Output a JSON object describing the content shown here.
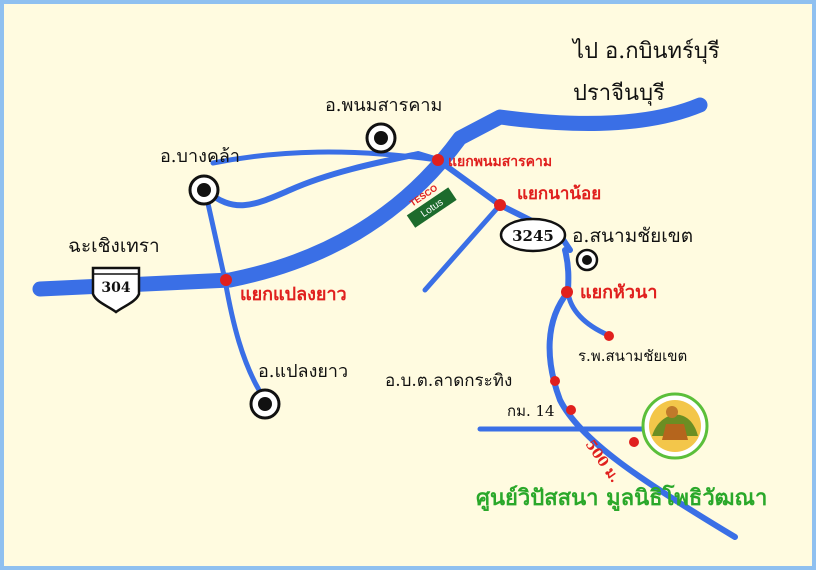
{
  "colors": {
    "background": "#fffbe0",
    "frame": "#8fc0f0",
    "road": "#3a6fe6",
    "junction": "#e0201e",
    "text": "#111111",
    "destination_text": "#2aa82a"
  },
  "icons": {
    "district": "target-circle-icon",
    "junction": "red-dot-icon",
    "highway_shield": "highway-shield-icon",
    "route_oval": "route-oval-icon",
    "destination": "meditation-center-logo"
  },
  "labels": {
    "top_right_line1": "ไป อ.กบินทร์บุรี",
    "top_right_line2": "ปราจีนบุรี",
    "phanom_sarakham_district": "อ.พนมสารคาม",
    "bang_khla_district": "อ.บางคล้า",
    "chachoengsao": "ฉะเชิงเทรา",
    "plaeng_yao_district": "อ.แปลงยาว",
    "sanam_chai_khet_district": "อ.สนามชัยเขต",
    "sanam_chai_khet_hospital": "ร.พ.สนามชัยเขต",
    "lat_krathing_sao": "อ.บ.ต.ลาดกระทิง",
    "km_marker": "กม. 14",
    "distance": "500 ม.",
    "destination": "ศูนย์วิปัสสนา มูลนิธิโพธิวัฒณา"
  },
  "junctions": {
    "phanom_sarakham": "แยกพนมสารคาม",
    "na_noi": "แยกนาน้อย",
    "plaeng_yao": "แยกแปลงยาว",
    "hua_na": "แยกหัวนา"
  },
  "shields": {
    "highway": "304",
    "route": "3245"
  },
  "landmark": {
    "store_brand": "TESCO",
    "store_name": "Lotus"
  }
}
